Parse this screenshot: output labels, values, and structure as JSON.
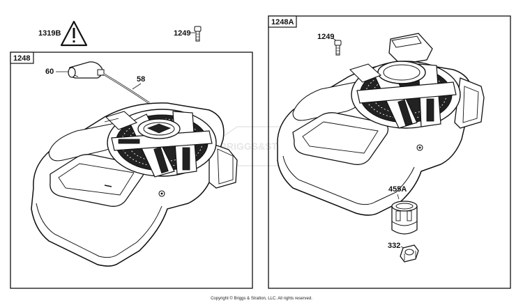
{
  "panels": [
    {
      "id": "1248",
      "label": "1248"
    },
    {
      "id": "1248A",
      "label": "1248A"
    }
  ],
  "callouts": {
    "warning": "1319B",
    "bolt_top": "1249",
    "handle": "60",
    "rope": "58",
    "bolt_right": "1249",
    "cup": "455A",
    "nut": "332"
  },
  "watermark": "BRIGGS&STRATTON",
  "copyright": "Copyright © Briggs & Stratton, LLC. All rights reserved."
}
